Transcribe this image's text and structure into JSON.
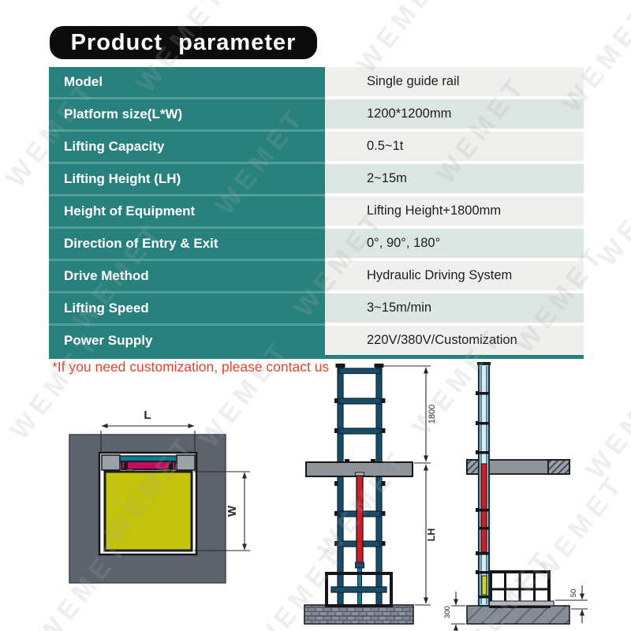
{
  "title": "Product  parameter",
  "table": {
    "rows": [
      {
        "label": "Model",
        "value": "Single guide rail"
      },
      {
        "label": "Platform size(L*W)",
        "value": "1200*1200mm"
      },
      {
        "label": "Lifting Capacity",
        "value": "0.5~1t"
      },
      {
        "label": "Lifting Height (LH)",
        "value": "2~15m"
      },
      {
        "label": "Height of Equipment",
        "value": "Lifting Height+1800mm"
      },
      {
        "label": "Direction of Entry & Exit",
        "value": "0°, 90°, 180°"
      },
      {
        "label": "Drive Method",
        "value": "Hydraulic Driving System"
      },
      {
        "label": "Lifting Speed",
        "value": "3~15m/min"
      },
      {
        "label": "Power Supply",
        "value": "220V/380V/Customization"
      }
    ]
  },
  "note": "*If you need customization, please contact us",
  "watermark": {
    "text": "WEMET"
  },
  "drawings": {
    "top_view": {
      "length_label": "L",
      "width_label": "W"
    },
    "front_view": {
      "top_section_label": "1800",
      "lift_height_label": "LH"
    },
    "side_view": {
      "pit_depth_label": "300",
      "base_plate_label": "50"
    }
  },
  "colors": {
    "accent_teal": "#28817c",
    "row_gray": "#efefed",
    "row_green": "#dce6e2",
    "note_red": "#e8432a",
    "title_bg": "#0c0c0c",
    "rail_blue": "#1a4c68",
    "cylinder_red": "#cd2026",
    "platform_yellow": "#c3c20d",
    "mechanism_magenta": "#c30b62"
  }
}
